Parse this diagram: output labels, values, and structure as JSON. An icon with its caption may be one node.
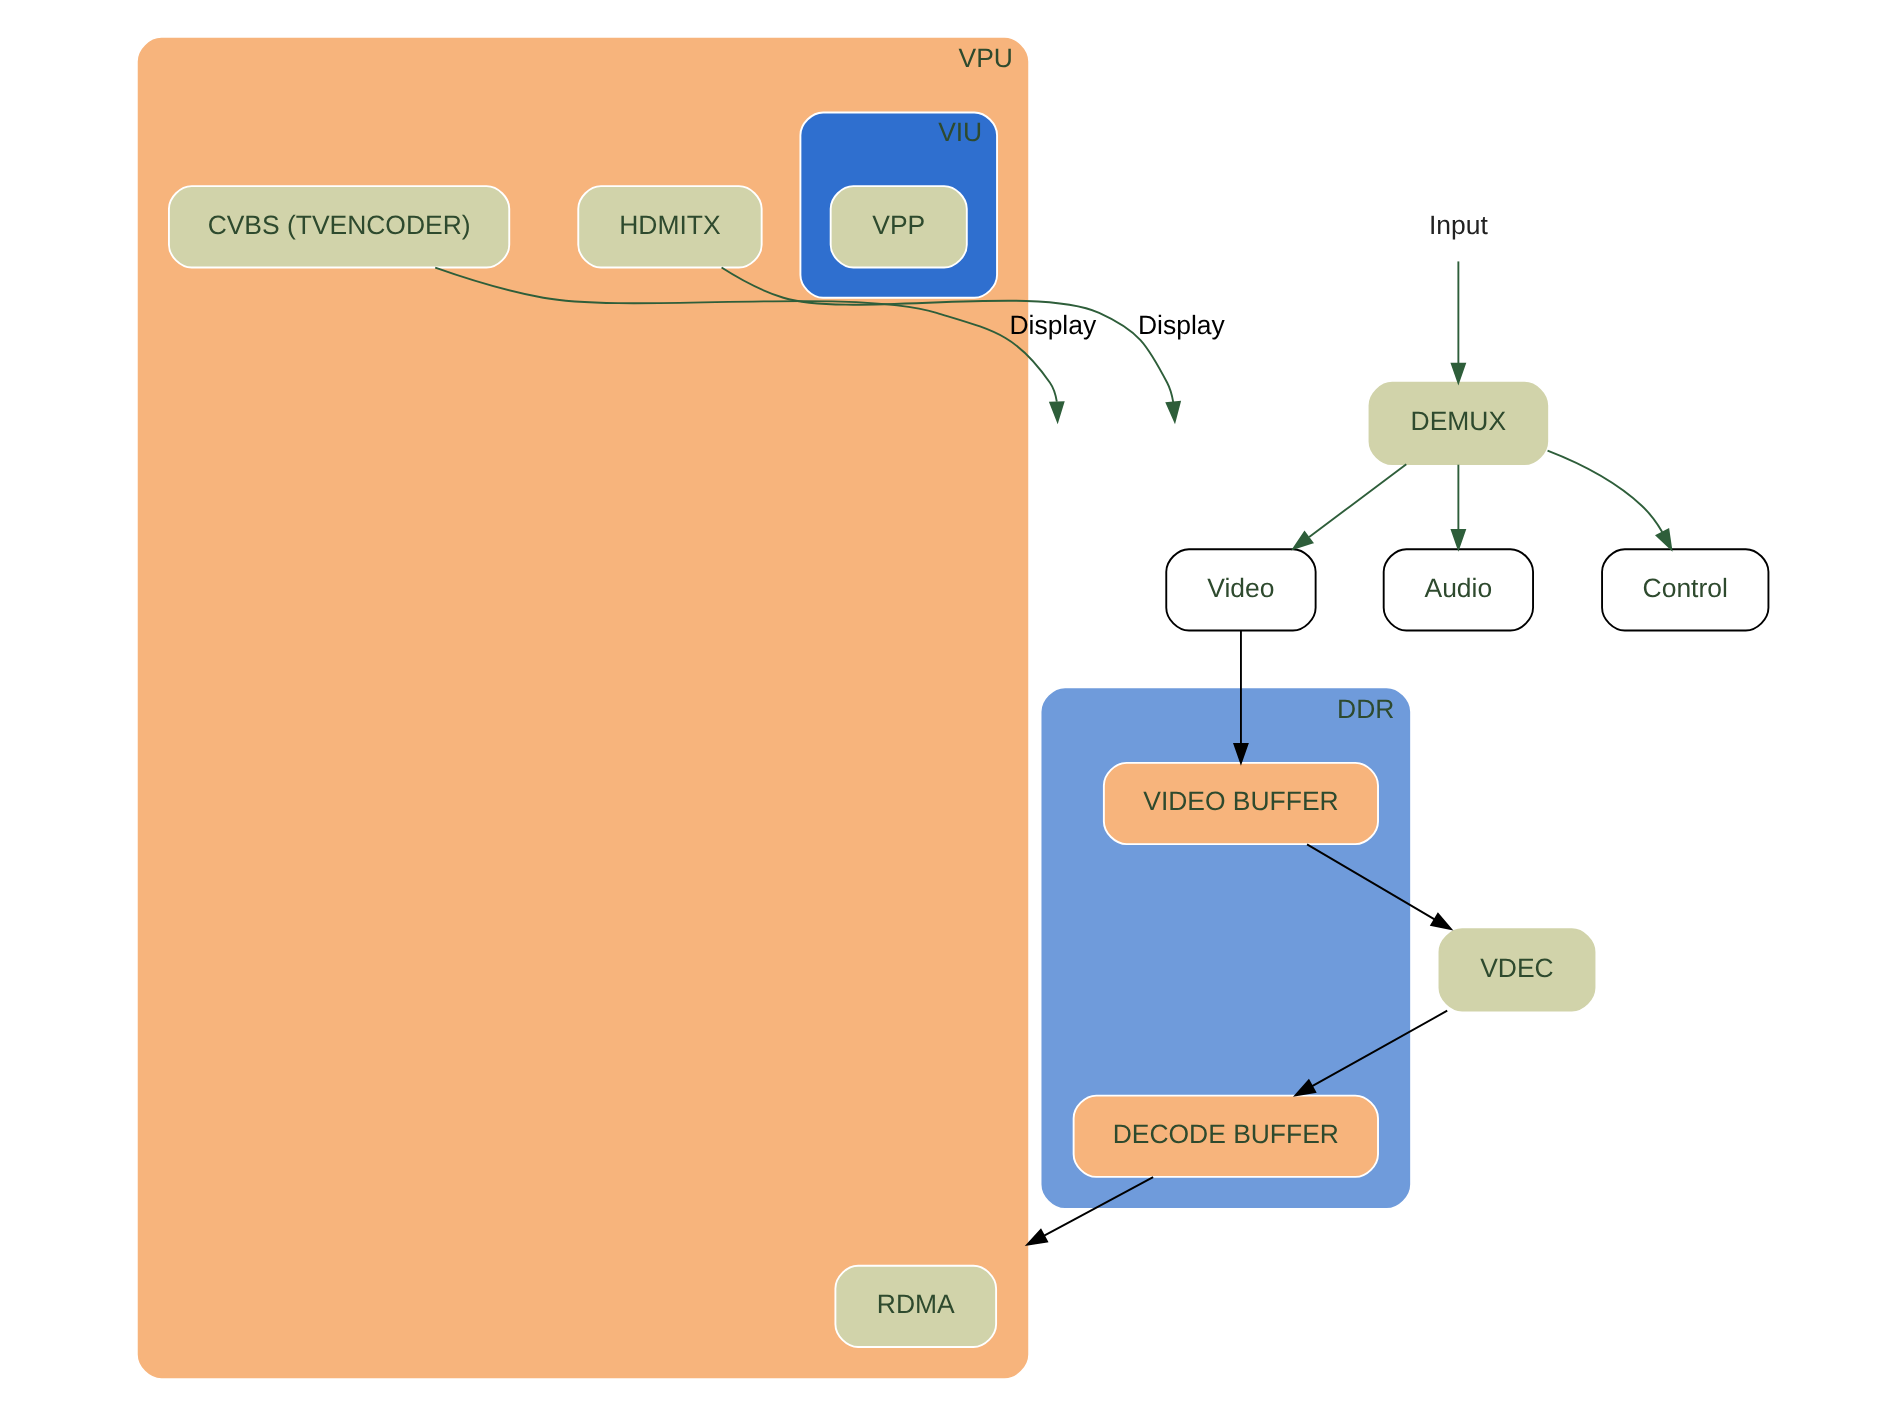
{
  "diagram": {
    "nodes": [
      {
        "text": [
          "DDR"
        ]
      },
      {
        "text": [
          "VIDEO BUFFER"
        ],
        "in": 0
      },
      {
        "text": [
          "DECODE BUFFER"
        ],
        "in": 0
      },
      {
        "text": [
          "Video"
        ]
      },
      {
        "text": [
          "Audio"
        ]
      },
      {
        "text": [
          "Control"
        ]
      },
      {
        "text": [
          "DEMUX"
        ]
      },
      {
        "text": [
          "VDEC"
        ]
      },
      {
        "text": [
          "VPU"
        ]
      },
      {
        "text": [
          "RDMA"
        ],
        "in": 8
      },
      {
        "text": [
          "CVBS (TVENCODER)"
        ],
        "in": 8
      },
      {
        "text": [
          "VIU"
        ],
        "in": 8
      },
      {
        "text": [
          "VPP"
        ],
        "in": 11
      },
      {
        "text": [
          "HDMITX"
        ],
        "in": 8
      },
      {
        "text": [
          "Input"
        ]
      }
    ],
    "edges": [
      {
        "from": 14,
        "to": 6,
        "arrow": "to"
      },
      {
        "from": 6,
        "to": 3,
        "arrow": "to"
      },
      {
        "from": 6,
        "to": 4,
        "arrow": "to"
      },
      {
        "from": 6,
        "to": 5,
        "arrow": "to"
      },
      {
        "from": 3,
        "to": 1,
        "arrow": "to",
        "color": "#000000"
      },
      {
        "from": 1,
        "to": 7,
        "arrow": "to",
        "color": "#000000"
      },
      {
        "from": 7,
        "to": 2,
        "arrow": "to",
        "color": "#000000"
      },
      {
        "from": 2,
        "to": 8,
        "arrow": "to",
        "color": "#000000"
      },
      {
        "from": 10,
        "to": null,
        "arrow": "to",
        "label": "Display"
      },
      {
        "from": 13,
        "to": null,
        "arrow": "to",
        "label": "Display"
      }
    ]
  }
}
